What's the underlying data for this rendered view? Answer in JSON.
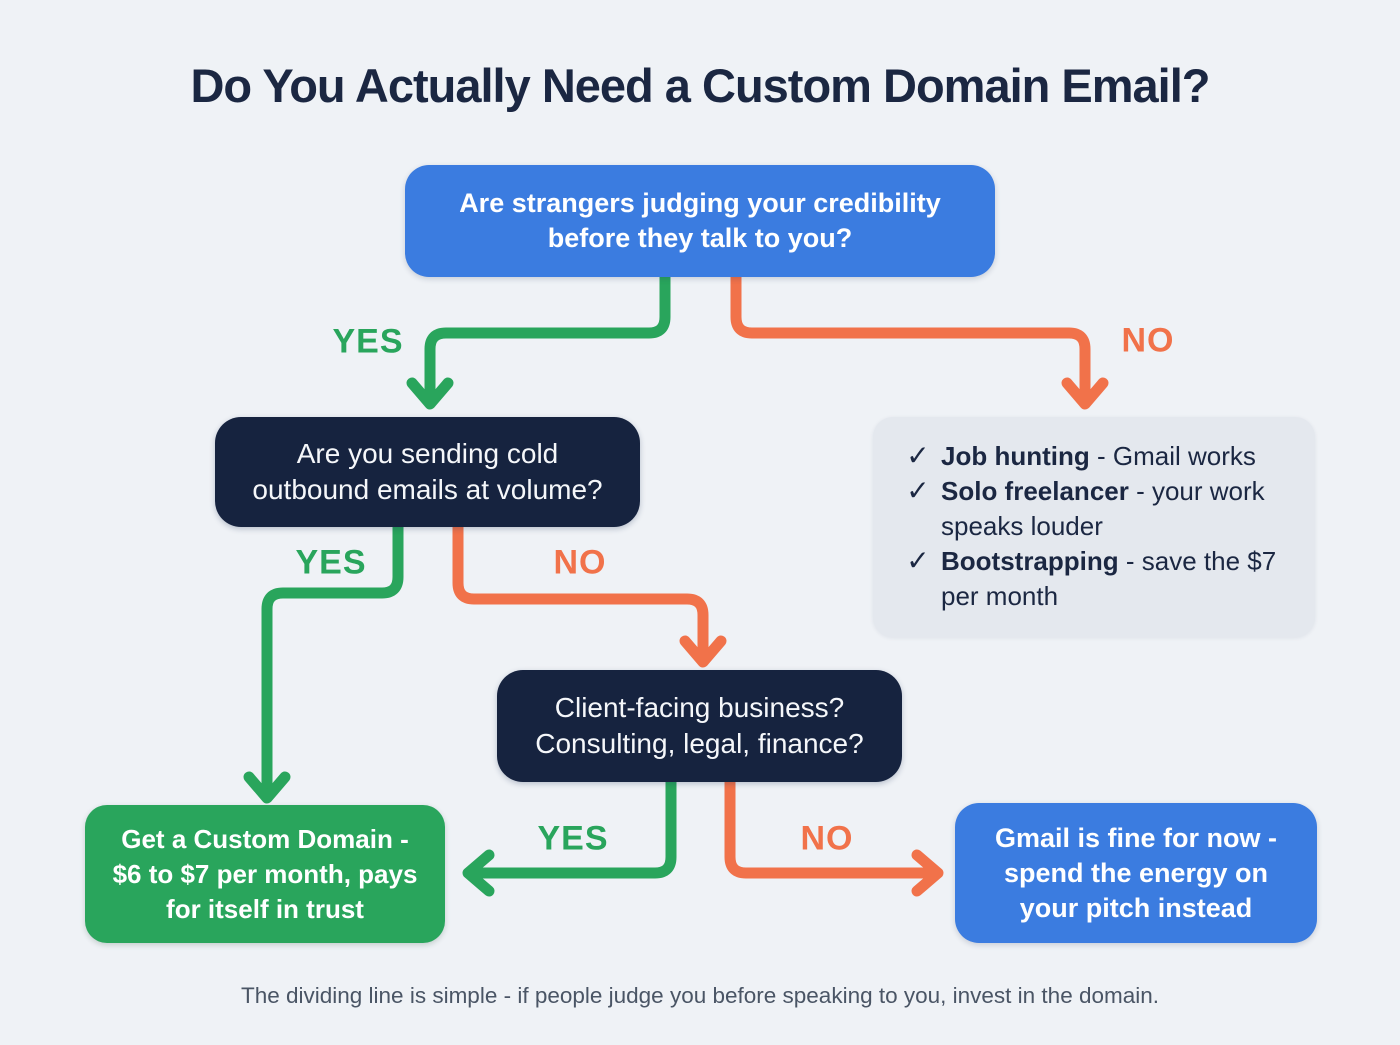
{
  "page": {
    "title": "Do You Actually Need a Custom Domain Email?",
    "caption": "The dividing line is simple - if people judge you before speaking to you, invest in the domain."
  },
  "flow": {
    "root_question": "Are strangers judging your credibility before they talk to you?",
    "q_cold_outbound": "Are you sending cold outbound emails at volume?",
    "q_client_facing": "Client-facing business? Consulting, legal, finance?",
    "outcome_custom_domain": "Get a Custom Domain - $6 to $7 per month, pays for itself in trust",
    "outcome_gmail_fine": "Gmail is fine for now - spend the energy on your pitch instead",
    "labels": {
      "yes1": "YES",
      "no1": "NO",
      "yes2": "YES",
      "no2": "NO",
      "yes3": "YES",
      "no3": "NO"
    }
  },
  "checklist": {
    "check_glyph": "✓",
    "items": [
      {
        "bold": "Job hunting",
        "rest": " - Gmail works"
      },
      {
        "bold": "Solo freelancer",
        "rest": " - your work speaks louder"
      },
      {
        "bold": "Bootstrapping",
        "rest": " - save the $7 per month"
      }
    ]
  },
  "colors": {
    "background": "#eff2f6",
    "title_text": "#1b2742",
    "blue_node": "#3b7ce0",
    "navy_node": "#16233f",
    "green_node": "#29a55c",
    "gray_panel": "#e4e8ee",
    "yes_branch": "#29a55c",
    "no_branch": "#f1724a",
    "caption_text": "#4a5565"
  }
}
